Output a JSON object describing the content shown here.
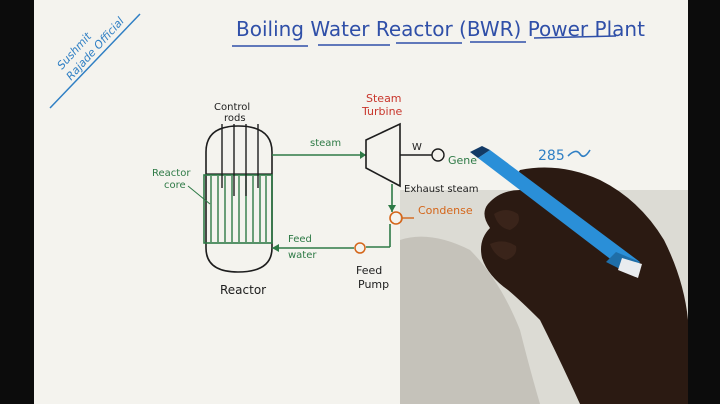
{
  "watermark": {
    "line1": "Sushmit",
    "line2": "Rajade Official"
  },
  "title": "Boiling Water Reactor (BWR) Power Plant",
  "labels": {
    "control_rods_1": "Control",
    "control_rods_2": "rods",
    "reactor_core_1": "Reactor",
    "reactor_core_2": "core",
    "reactor": "Reactor",
    "steam": "steam",
    "steam_turbine_1": "Steam",
    "steam_turbine_2": "Turbine",
    "work": "W",
    "generator": "Gene",
    "exhaust_steam": "Exhaust steam",
    "condenser": "Condense",
    "feed_water_1": "Feed",
    "feed_water_2": "water",
    "feed_pump_1": "Feed",
    "feed_pump_2": "Pump",
    "note": "285"
  },
  "colors": {
    "paper": "#f4f3ee",
    "title_blue": "#2f4fa8",
    "green_ink": "#2e7a46",
    "red_ink": "#c8362c",
    "orange_ink": "#d4661a",
    "black_ink": "#1d1d1d",
    "pen_blue": "#2a8fd8",
    "hand": "#2b1a12"
  }
}
